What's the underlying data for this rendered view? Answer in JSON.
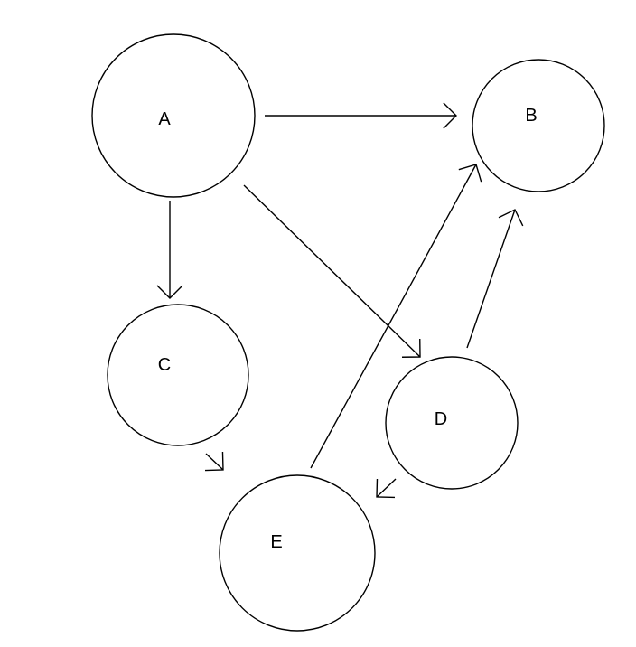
{
  "diagram": {
    "type": "directed-graph",
    "nodes": [
      {
        "id": "A",
        "label": "A"
      },
      {
        "id": "B",
        "label": "B"
      },
      {
        "id": "C",
        "label": "C"
      },
      {
        "id": "D",
        "label": "D"
      },
      {
        "id": "E",
        "label": "E"
      }
    ],
    "edges": [
      {
        "from": "A",
        "to": "B"
      },
      {
        "from": "A",
        "to": "C"
      },
      {
        "from": "A",
        "to": "D"
      },
      {
        "from": "D",
        "to": "B"
      },
      {
        "from": "E",
        "to": "B"
      },
      {
        "from": "C",
        "to": "E"
      },
      {
        "from": "D",
        "to": "E"
      }
    ],
    "colors": {
      "stroke": "#000000",
      "background": "#ffffff"
    }
  }
}
